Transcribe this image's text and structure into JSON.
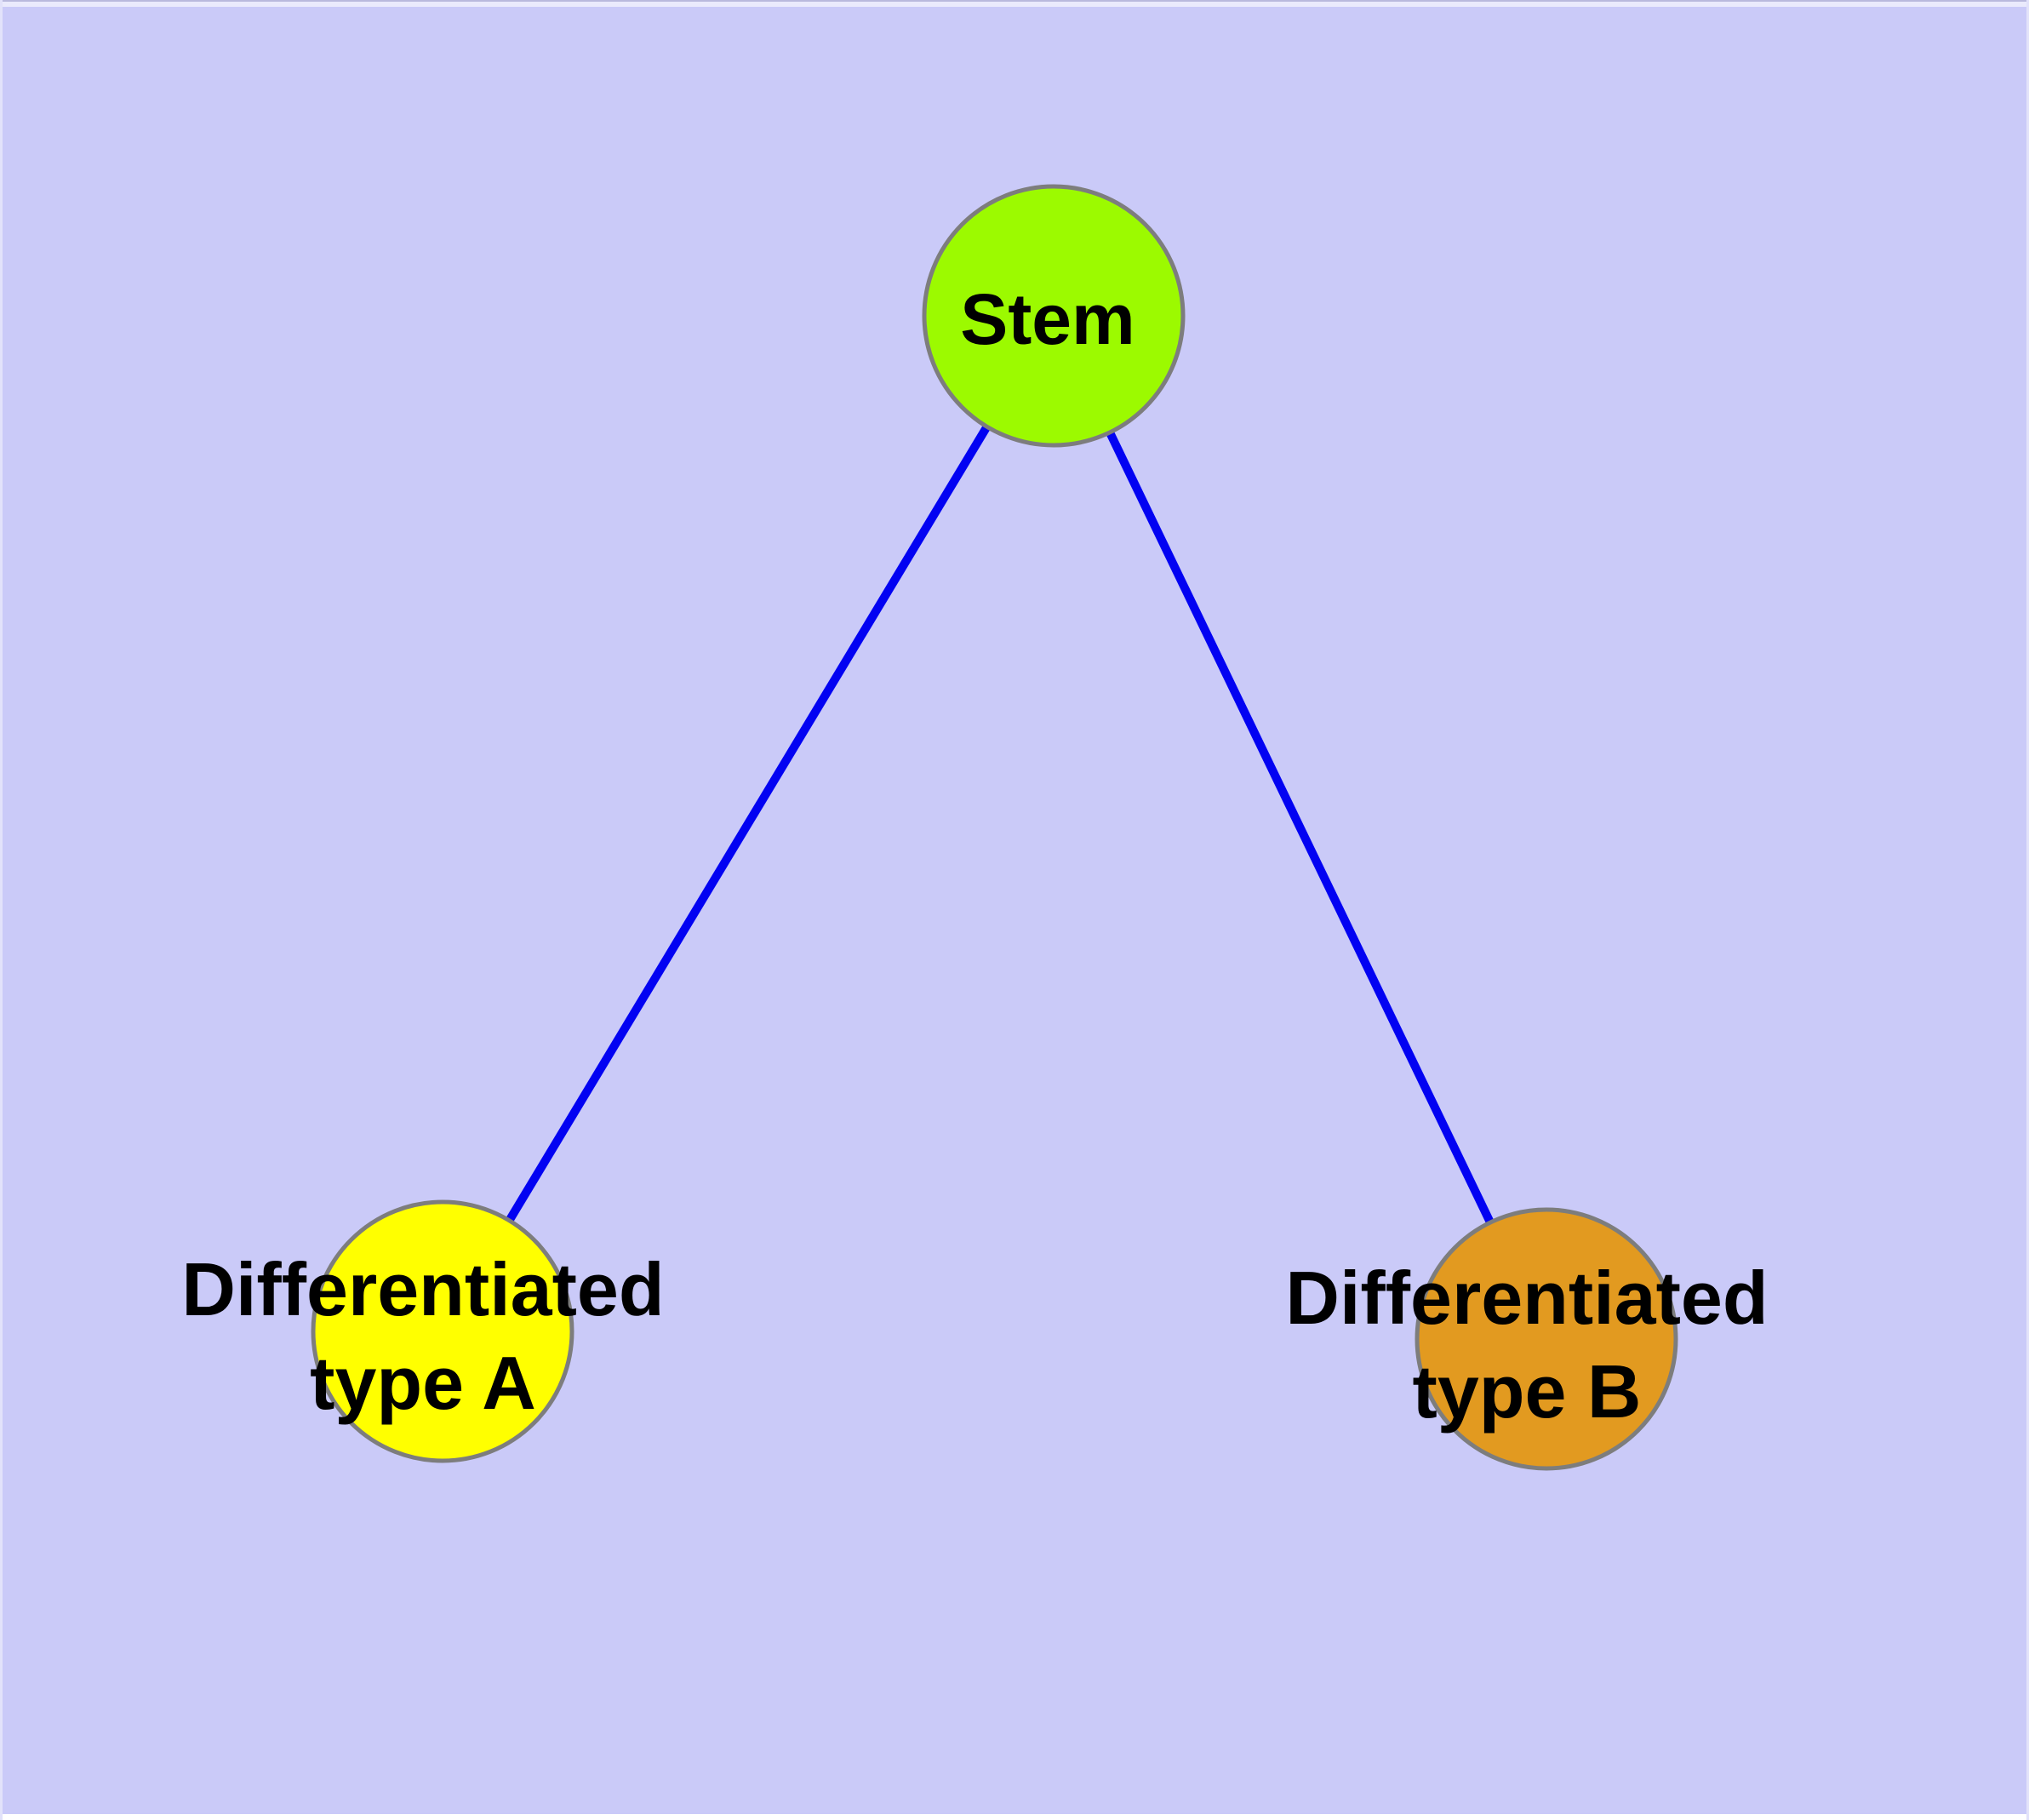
{
  "canvas": {
    "background_color": "#cacaf8",
    "edge_color": "#0202f2",
    "node_border_color": "#7d7d7d",
    "text_color": "#000000"
  },
  "graph": {
    "type": "node-link-diagram",
    "nodes": [
      {
        "id": "stem",
        "label": "Stem",
        "fill": "#9cfa00"
      },
      {
        "id": "differentiated-type-a",
        "label": "Differentiated type A",
        "label_line1": "Differentiated",
        "label_line2": "type A",
        "fill": "#ffff00"
      },
      {
        "id": "differentiated-type-b",
        "label": "Differentiated type B",
        "label_line1": "Differentiated",
        "label_line2": "type B",
        "fill": "#e29a20"
      }
    ],
    "edges": [
      {
        "from": "stem",
        "to": "differentiated-type-a"
      },
      {
        "from": "stem",
        "to": "differentiated-type-b"
      }
    ]
  }
}
